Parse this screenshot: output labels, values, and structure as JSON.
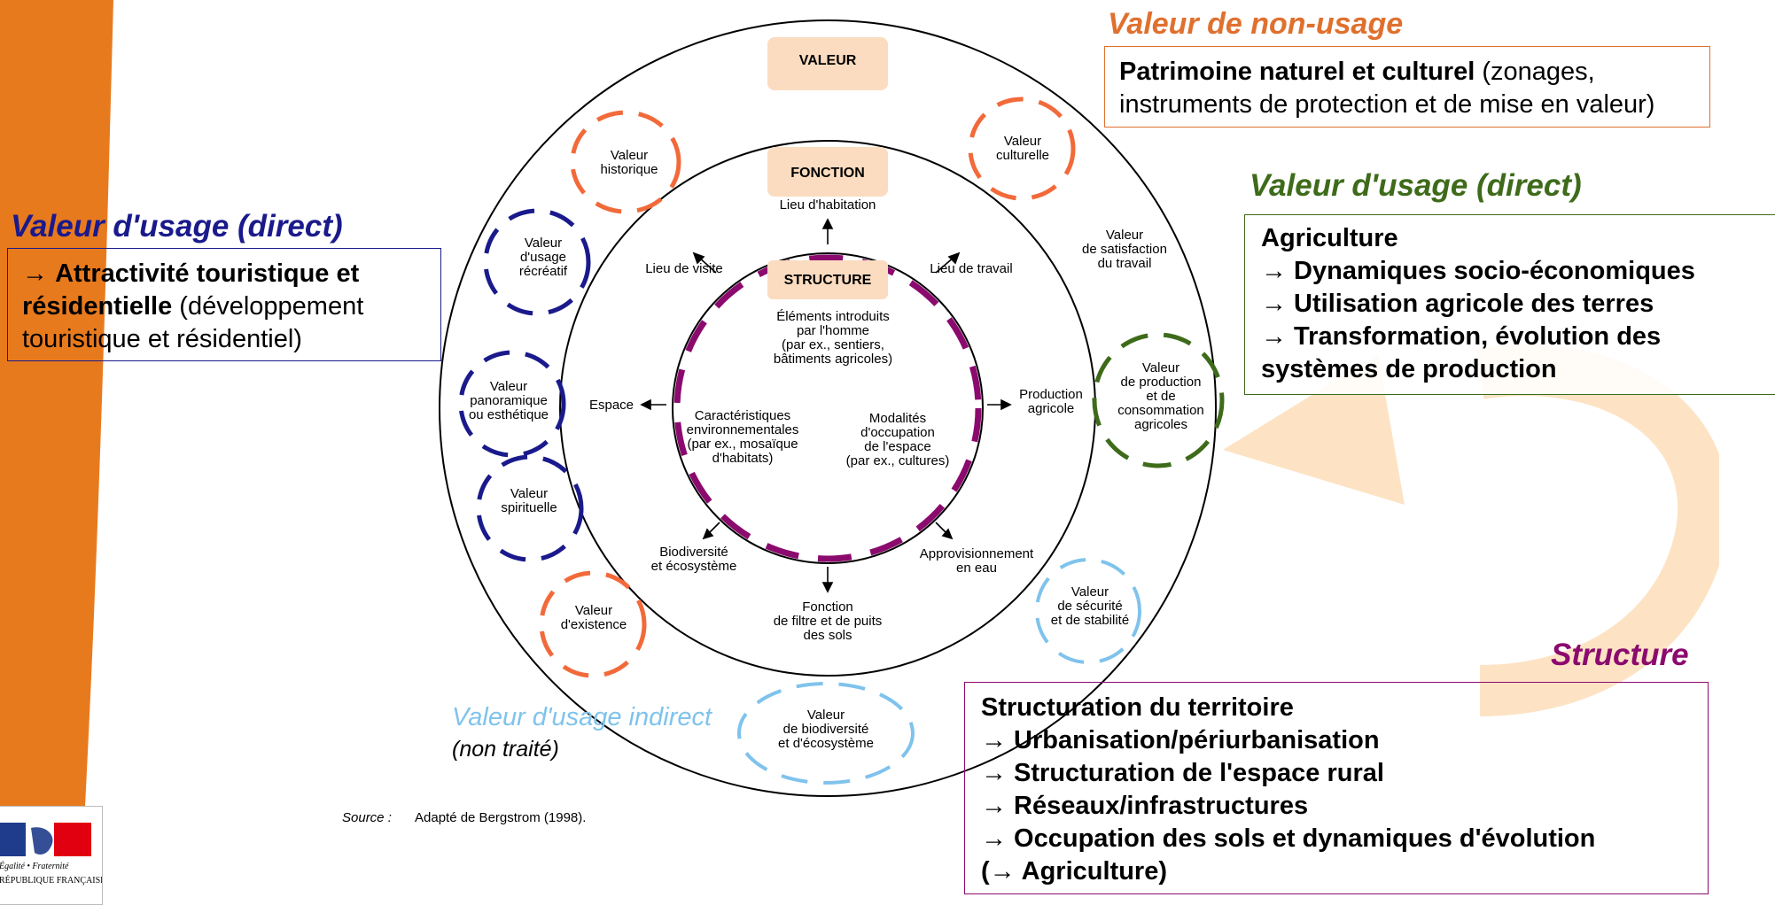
{
  "colors": {
    "orange_band": "#e87a1e",
    "non_usage": "#e0702e",
    "usage_direct_left": "#1a1a8c",
    "usage_direct_right": "#3e6b1a",
    "structure": "#8b0a6e",
    "usage_indirect": "#7fc3ec",
    "arrow": "#fde3c4"
  },
  "diagram": {
    "valeur_label": "VALEUR",
    "fonction_label": "FONCTION",
    "structure_label": "STRUCTURE",
    "fonctions": {
      "habitation": "Lieu d'habitation",
      "visite": "Lieu de visite",
      "travail": "Lieu de travail",
      "espace": "Espace",
      "production": [
        "Production",
        "agricole"
      ],
      "biodiversite": [
        "Biodiversité",
        "et écosystème"
      ],
      "approvisionnement": [
        "Approvisionnement",
        "en eau"
      ],
      "filtre": [
        "Fonction",
        "de filtre et de puits",
        "des sols"
      ]
    },
    "structures": {
      "elements": [
        "Éléments introduits",
        "par l'homme",
        "(par ex., sentiers,",
        "bâtiments agricoles)"
      ],
      "caracteristiques": [
        "Caractéristiques",
        "environnementales",
        "(par ex., mosaïque",
        "d'habitats)"
      ],
      "modalites": [
        "Modalités",
        "d'occupation",
        "de l'espace",
        "(par ex., cultures)"
      ]
    },
    "valeurs": {
      "historique": [
        "Valeur",
        "historique"
      ],
      "culturelle": [
        "Valeur",
        "culturelle"
      ],
      "satisfaction": [
        "Valeur",
        "de satisfaction",
        "du travail"
      ],
      "recreatif": [
        "Valeur",
        "d'usage",
        "récréatif"
      ],
      "panoramique": [
        "Valeur",
        "panoramique",
        "ou esthétique"
      ],
      "spirituelle": [
        "Valeur",
        "spirituelle"
      ],
      "production": [
        "Valeur",
        "de production",
        "et de",
        "consommation",
        "agricoles"
      ],
      "existence": [
        "Valeur",
        "d'existence"
      ],
      "securite": [
        "Valeur",
        "de sécurité",
        "et de stabilité"
      ],
      "biodiversite": [
        "Valeur",
        "de biodiversité",
        "et d'écosystème"
      ]
    },
    "source_label": "Source :",
    "source_text": "Adapté de Bergstrom (1998)."
  },
  "non_usage": {
    "title": "Valeur de non-usage",
    "bold": "Patrimoine naturel et culturel",
    "rest1": " (zonages,",
    "rest2": "instruments de protection et de mise en valeur)"
  },
  "usage_left": {
    "title_a": "Valeur",
    "title_b": " d'usage (direct)",
    "arrow": "→ ",
    "bold1": "Attractivité touristique et",
    "bold2": "résidentielle",
    "rest2": " (développement",
    "rest3": "touristique et résidentiel)"
  },
  "usage_right": {
    "title": "Valeur d'usage (direct)",
    "lines": [
      "Agriculture",
      "→ Dynamiques socio-économiques",
      "→ Utilisation agricole des terres",
      "→ Transformation, évolution des",
      "systèmes de production"
    ]
  },
  "indirect": {
    "title": "Valeur d'usage indirect",
    "note": "(non traité)"
  },
  "structure_box": {
    "title": "Structure",
    "lines": [
      "Structuration du territoire",
      "→ Urbanisation/périurbanisation",
      "→ Structuration de l'espace rural",
      "→ Réseaux/infrastructures",
      "→ Occupation des sols et dynamiques d'évolution",
      "(→ Agriculture)"
    ]
  },
  "logo": {
    "motto": "Égalité • Fraternité",
    "name": "RÉPUBLIQUE FRANÇAISE"
  }
}
